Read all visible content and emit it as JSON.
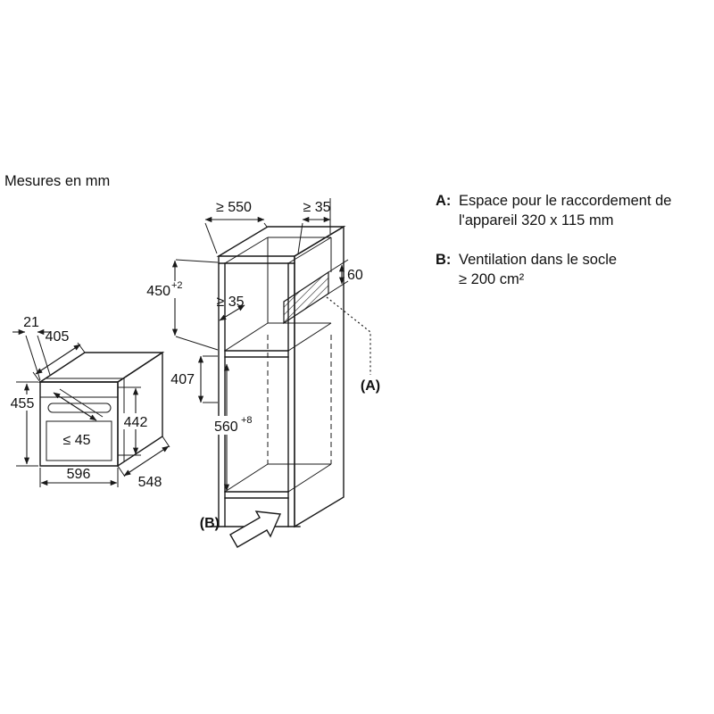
{
  "title": "Mesures en mm",
  "legend": {
    "a_key": "A:",
    "a_text_line1": "Espace pour le raccordement de",
    "a_text_line2": "l'appareil 320 x 115 mm",
    "b_key": "B:",
    "b_text_line1": "Ventilation dans le socle",
    "b_text_line2": "≥ 200 cm²"
  },
  "dims": {
    "cabinet_depth": "≥ 550",
    "top_rear_gap": "≥ 35",
    "niche_height": "450",
    "niche_height_tol": "+2",
    "mid_rear_gap": "≥ 35",
    "cutout_depth": "60",
    "ref_a": "(A)",
    "shelf_height": "407",
    "lower_niche_height": "560",
    "lower_niche_tol": "+8",
    "ref_b": "(B)",
    "front_overhang": "21",
    "top_depth": "405",
    "appliance_height": "455",
    "casing_height": "442",
    "handle_clearance": "≤ 45",
    "appliance_width": "596",
    "appliance_depth": "548"
  }
}
